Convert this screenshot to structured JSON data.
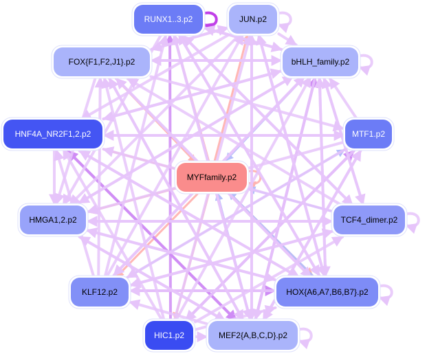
{
  "diagram": {
    "type": "network",
    "title": "",
    "edge_colors": {
      "default": "#e6c4fa",
      "strong": "#cf8cf5",
      "to_myf": "#ffb3b0",
      "from_myf": "#b3bdfa",
      "self_strong": "#c040e8"
    },
    "nodes": [
      {
        "id": "RUNX",
        "label": "RUNX1..3.p2",
        "fill": "#6c7cf6",
        "text_color": "#ffffff"
      },
      {
        "id": "JUN",
        "label": "JUN.p2",
        "fill": "#aab4fb",
        "text_color": "#000000"
      },
      {
        "id": "FOX",
        "label": "FOX{F1,F2,J1}.p2",
        "fill": "#aab4fb",
        "text_color": "#000000"
      },
      {
        "id": "BHLH",
        "label": "bHLH_family.p2",
        "fill": "#aab4fb",
        "text_color": "#000000"
      },
      {
        "id": "HNF4A",
        "label": "HNF4A_NR2F1,2.p2",
        "fill": "#4455f3",
        "text_color": "#ffffff"
      },
      {
        "id": "MTF1",
        "label": "MTF1.p2",
        "fill": "#6c7cf6",
        "text_color": "#ffffff"
      },
      {
        "id": "MYF",
        "label": "MYFfamily.p2",
        "fill": "#fa8c8c",
        "text_color": "#000000"
      },
      {
        "id": "HMGA",
        "label": "HMGA1,2.p2",
        "fill": "#98a3fa",
        "text_color": "#000000"
      },
      {
        "id": "TCF4",
        "label": "TCF4_dimer.p2",
        "fill": "#8e99f8",
        "text_color": "#000000"
      },
      {
        "id": "KLF12",
        "label": "KLF12.p2",
        "fill": "#8290f7",
        "text_color": "#000000"
      },
      {
        "id": "HOX",
        "label": "HOX{A6,A7,B6,B7}.p2",
        "fill": "#7e8cf7",
        "text_color": "#000000"
      },
      {
        "id": "HIC1",
        "label": "HIC1.p2",
        "fill": "#3a4cf2",
        "text_color": "#ffffff"
      },
      {
        "id": "MEF2",
        "label": "MEF2{A,B,C,D}.p2",
        "fill": "#aab4fb",
        "text_color": "#000000"
      }
    ],
    "edges": [
      {
        "from": "RUNX",
        "to": "RUNX",
        "kind": "self_strong"
      },
      {
        "from": "JUN",
        "to": "JUN",
        "kind": "default"
      },
      {
        "from": "BHLH",
        "to": "BHLH",
        "kind": "default"
      },
      {
        "from": "MYF",
        "to": "MYF",
        "kind": "to_myf"
      },
      {
        "from": "TCF4",
        "to": "TCF4",
        "kind": "default"
      },
      {
        "from": "HOX",
        "to": "HOX",
        "kind": "default"
      },
      {
        "from": "MEF2",
        "to": "MEF2",
        "kind": "default"
      },
      {
        "from": "MYF",
        "to": "RUNX",
        "kind": "to_myf"
      },
      {
        "from": "MYF",
        "to": "JUN",
        "kind": "to_myf"
      },
      {
        "from": "MYF",
        "to": "HNF4A",
        "kind": "to_myf"
      },
      {
        "from": "MYF",
        "to": "HMGA",
        "kind": "to_myf"
      },
      {
        "from": "MYF",
        "to": "KLF12",
        "kind": "to_myf"
      },
      {
        "from": "MYF",
        "to": "HIC1",
        "kind": "to_myf"
      },
      {
        "from": "MYF",
        "to": "HOX",
        "kind": "to_myf"
      },
      {
        "from": "FOX",
        "to": "MYF",
        "kind": "to_myf"
      },
      {
        "from": "TCF4",
        "to": "MYF",
        "kind": "from_myf"
      },
      {
        "from": "BHLH",
        "to": "MYF",
        "kind": "from_myf"
      },
      {
        "from": "MEF2",
        "to": "MYF",
        "kind": "from_myf"
      },
      {
        "from": "HOX",
        "to": "MYF",
        "kind": "from_myf"
      },
      {
        "from": "KLF12",
        "to": "MTF1",
        "kind": "from_myf"
      },
      {
        "from": "HIC1",
        "to": "RUNX",
        "kind": "strong"
      },
      {
        "from": "MEF2",
        "to": "HNF4A",
        "kind": "strong"
      },
      {
        "from": "MEF2",
        "to": "BHLH",
        "kind": "strong"
      },
      {
        "from": "HNF4A",
        "to": "MEF2",
        "kind": "strong"
      },
      {
        "from": "KLF12",
        "to": "HOX",
        "kind": "strong"
      },
      {
        "from": "HIC1",
        "to": "MTF1",
        "kind": "strong"
      },
      {
        "from": "FOX",
        "to": "BHLH",
        "kind": "default"
      },
      {
        "from": "FOX",
        "to": "JUN",
        "kind": "default"
      },
      {
        "from": "BHLH",
        "to": "FOX",
        "kind": "default"
      },
      {
        "from": "JUN",
        "to": "FOX",
        "kind": "default"
      },
      {
        "from": "RUNX",
        "to": "BHLH",
        "kind": "default"
      },
      {
        "from": "JUN",
        "to": "BHLH",
        "kind": "default"
      },
      {
        "from": "BHLH",
        "to": "RUNX",
        "kind": "default"
      },
      {
        "from": "HNF4A",
        "to": "MTF1",
        "kind": "default"
      },
      {
        "from": "MTF1",
        "to": "HNF4A",
        "kind": "default"
      },
      {
        "from": "HMGA",
        "to": "TCF4",
        "kind": "default"
      },
      {
        "from": "TCF4",
        "to": "HMGA",
        "kind": "default"
      },
      {
        "from": "KLF12",
        "to": "TCF4",
        "kind": "default"
      },
      {
        "from": "FOX",
        "to": "HMGA",
        "kind": "default"
      },
      {
        "from": "HNF4A",
        "to": "HMGA",
        "kind": "default"
      },
      {
        "from": "KLF12",
        "to": "RUNX",
        "kind": "default"
      },
      {
        "from": "KLF12",
        "to": "JUN",
        "kind": "default"
      },
      {
        "from": "KLF12",
        "to": "BHLH",
        "kind": "default"
      },
      {
        "from": "KLF12",
        "to": "FOX",
        "kind": "default"
      },
      {
        "from": "KLF12",
        "to": "HNF4A",
        "kind": "default"
      },
      {
        "from": "HIC1",
        "to": "BHLH",
        "kind": "default"
      },
      {
        "from": "HIC1",
        "to": "JUN",
        "kind": "default"
      },
      {
        "from": "HIC1",
        "to": "FOX",
        "kind": "default"
      },
      {
        "from": "HIC1",
        "to": "HNF4A",
        "kind": "default"
      },
      {
        "from": "HIC1",
        "to": "TCF4",
        "kind": "default"
      },
      {
        "from": "HIC1",
        "to": "HOX",
        "kind": "default"
      },
      {
        "from": "HIC1",
        "to": "MEF2",
        "kind": "default"
      },
      {
        "from": "MEF2",
        "to": "RUNX",
        "kind": "default"
      },
      {
        "from": "MEF2",
        "to": "JUN",
        "kind": "default"
      },
      {
        "from": "MEF2",
        "to": "FOX",
        "kind": "default"
      },
      {
        "from": "MEF2",
        "to": "MTF1",
        "kind": "default"
      },
      {
        "from": "MEF2",
        "to": "KLF12",
        "kind": "default"
      },
      {
        "from": "MEF2",
        "to": "HMGA",
        "kind": "default"
      },
      {
        "from": "HOX",
        "to": "RUNX",
        "kind": "default"
      },
      {
        "from": "HOX",
        "to": "JUN",
        "kind": "default"
      },
      {
        "from": "HOX",
        "to": "FOX",
        "kind": "default"
      },
      {
        "from": "HOX",
        "to": "HNF4A",
        "kind": "default"
      },
      {
        "from": "HOX",
        "to": "HMGA",
        "kind": "default"
      },
      {
        "from": "HOX",
        "to": "KLF12",
        "kind": "default"
      },
      {
        "from": "HOX",
        "to": "BHLH",
        "kind": "default"
      },
      {
        "from": "TCF4",
        "to": "RUNX",
        "kind": "default"
      },
      {
        "from": "TCF4",
        "to": "FOX",
        "kind": "default"
      },
      {
        "from": "TCF4",
        "to": "HNF4A",
        "kind": "default"
      },
      {
        "from": "TCF4",
        "to": "KLF12",
        "kind": "default"
      },
      {
        "from": "TCF4",
        "to": "BHLH",
        "kind": "default"
      },
      {
        "from": "MTF1",
        "to": "HMGA",
        "kind": "default"
      },
      {
        "from": "MTF1",
        "to": "KLF12",
        "kind": "default"
      },
      {
        "from": "MTF1",
        "to": "HIC1",
        "kind": "default"
      },
      {
        "from": "MTF1",
        "to": "MEF2",
        "kind": "default"
      },
      {
        "from": "MTF1",
        "to": "BHLH",
        "kind": "default"
      },
      {
        "from": "BHLH",
        "to": "HNF4A",
        "kind": "default"
      },
      {
        "from": "BHLH",
        "to": "HMGA",
        "kind": "default"
      },
      {
        "from": "BHLH",
        "to": "KLF12",
        "kind": "default"
      },
      {
        "from": "BHLH",
        "to": "HOX",
        "kind": "default"
      },
      {
        "from": "BHLH",
        "to": "MEF2",
        "kind": "default"
      },
      {
        "from": "BHLH",
        "to": "TCF4",
        "kind": "default"
      },
      {
        "from": "JUN",
        "to": "HNF4A",
        "kind": "default"
      },
      {
        "from": "JUN",
        "to": "HMGA",
        "kind": "default"
      },
      {
        "from": "JUN",
        "to": "HOX",
        "kind": "default"
      },
      {
        "from": "JUN",
        "to": "MEF2",
        "kind": "default"
      },
      {
        "from": "RUNX",
        "to": "HMGA",
        "kind": "default"
      },
      {
        "from": "RUNX",
        "to": "HOX",
        "kind": "default"
      },
      {
        "from": "RUNX",
        "to": "MEF2",
        "kind": "default"
      },
      {
        "from": "RUNX",
        "to": "TCF4",
        "kind": "default"
      },
      {
        "from": "FOX",
        "to": "HOX",
        "kind": "default"
      },
      {
        "from": "FOX",
        "to": "MEF2",
        "kind": "default"
      },
      {
        "from": "FOX",
        "to": "MTF1",
        "kind": "default"
      },
      {
        "from": "HNF4A",
        "to": "BHLH",
        "kind": "default"
      },
      {
        "from": "HNF4A",
        "to": "HOX",
        "kind": "default"
      },
      {
        "from": "HMGA",
        "to": "MEF2",
        "kind": "default"
      },
      {
        "from": "HMGA",
        "to": "HOX",
        "kind": "default"
      },
      {
        "from": "HMGA",
        "to": "BHLH",
        "kind": "default"
      }
    ]
  }
}
